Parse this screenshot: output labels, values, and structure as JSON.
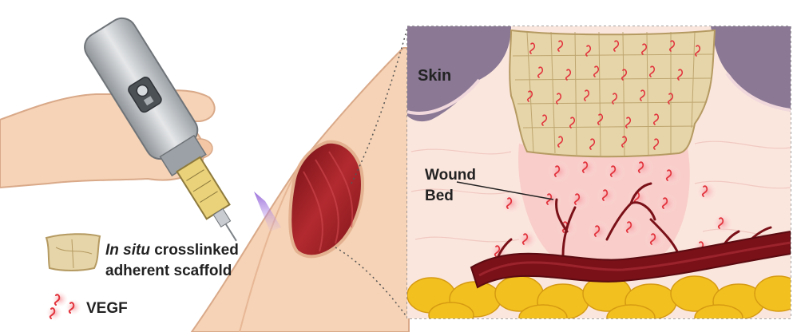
{
  "labels": {
    "skin": "Skin",
    "wound_line1": "Wound",
    "wound_line2": "Bed",
    "legend_scaffold_italic": "In situ",
    "legend_scaffold_rest": " crosslinked",
    "legend_scaffold_line2": "adherent scaffold",
    "legend_vegf": "VEGF"
  },
  "colors": {
    "skin_tone": "#f6d3b6",
    "skin_outline": "#d9a989",
    "wound_red": "#9b1c22",
    "scaffold_tan": "#e6d5a8",
    "scaffold_line": "#b59a62",
    "vegf_red": "#e2343d",
    "vegf_glow": "#f6b0b3",
    "epidermis_purple": "#8a7895",
    "fat_yellow": "#f2c11f",
    "vessel_dark": "#7a1018",
    "pen_gray": "#bfc3c7",
    "light_purple": "#9b6bd6"
  },
  "icons": [
    "applicator-pen-icon",
    "hand-icon",
    "arm-icon",
    "wound-icon",
    "vegf-squiggle-icon",
    "scaffold-patch-icon"
  ]
}
